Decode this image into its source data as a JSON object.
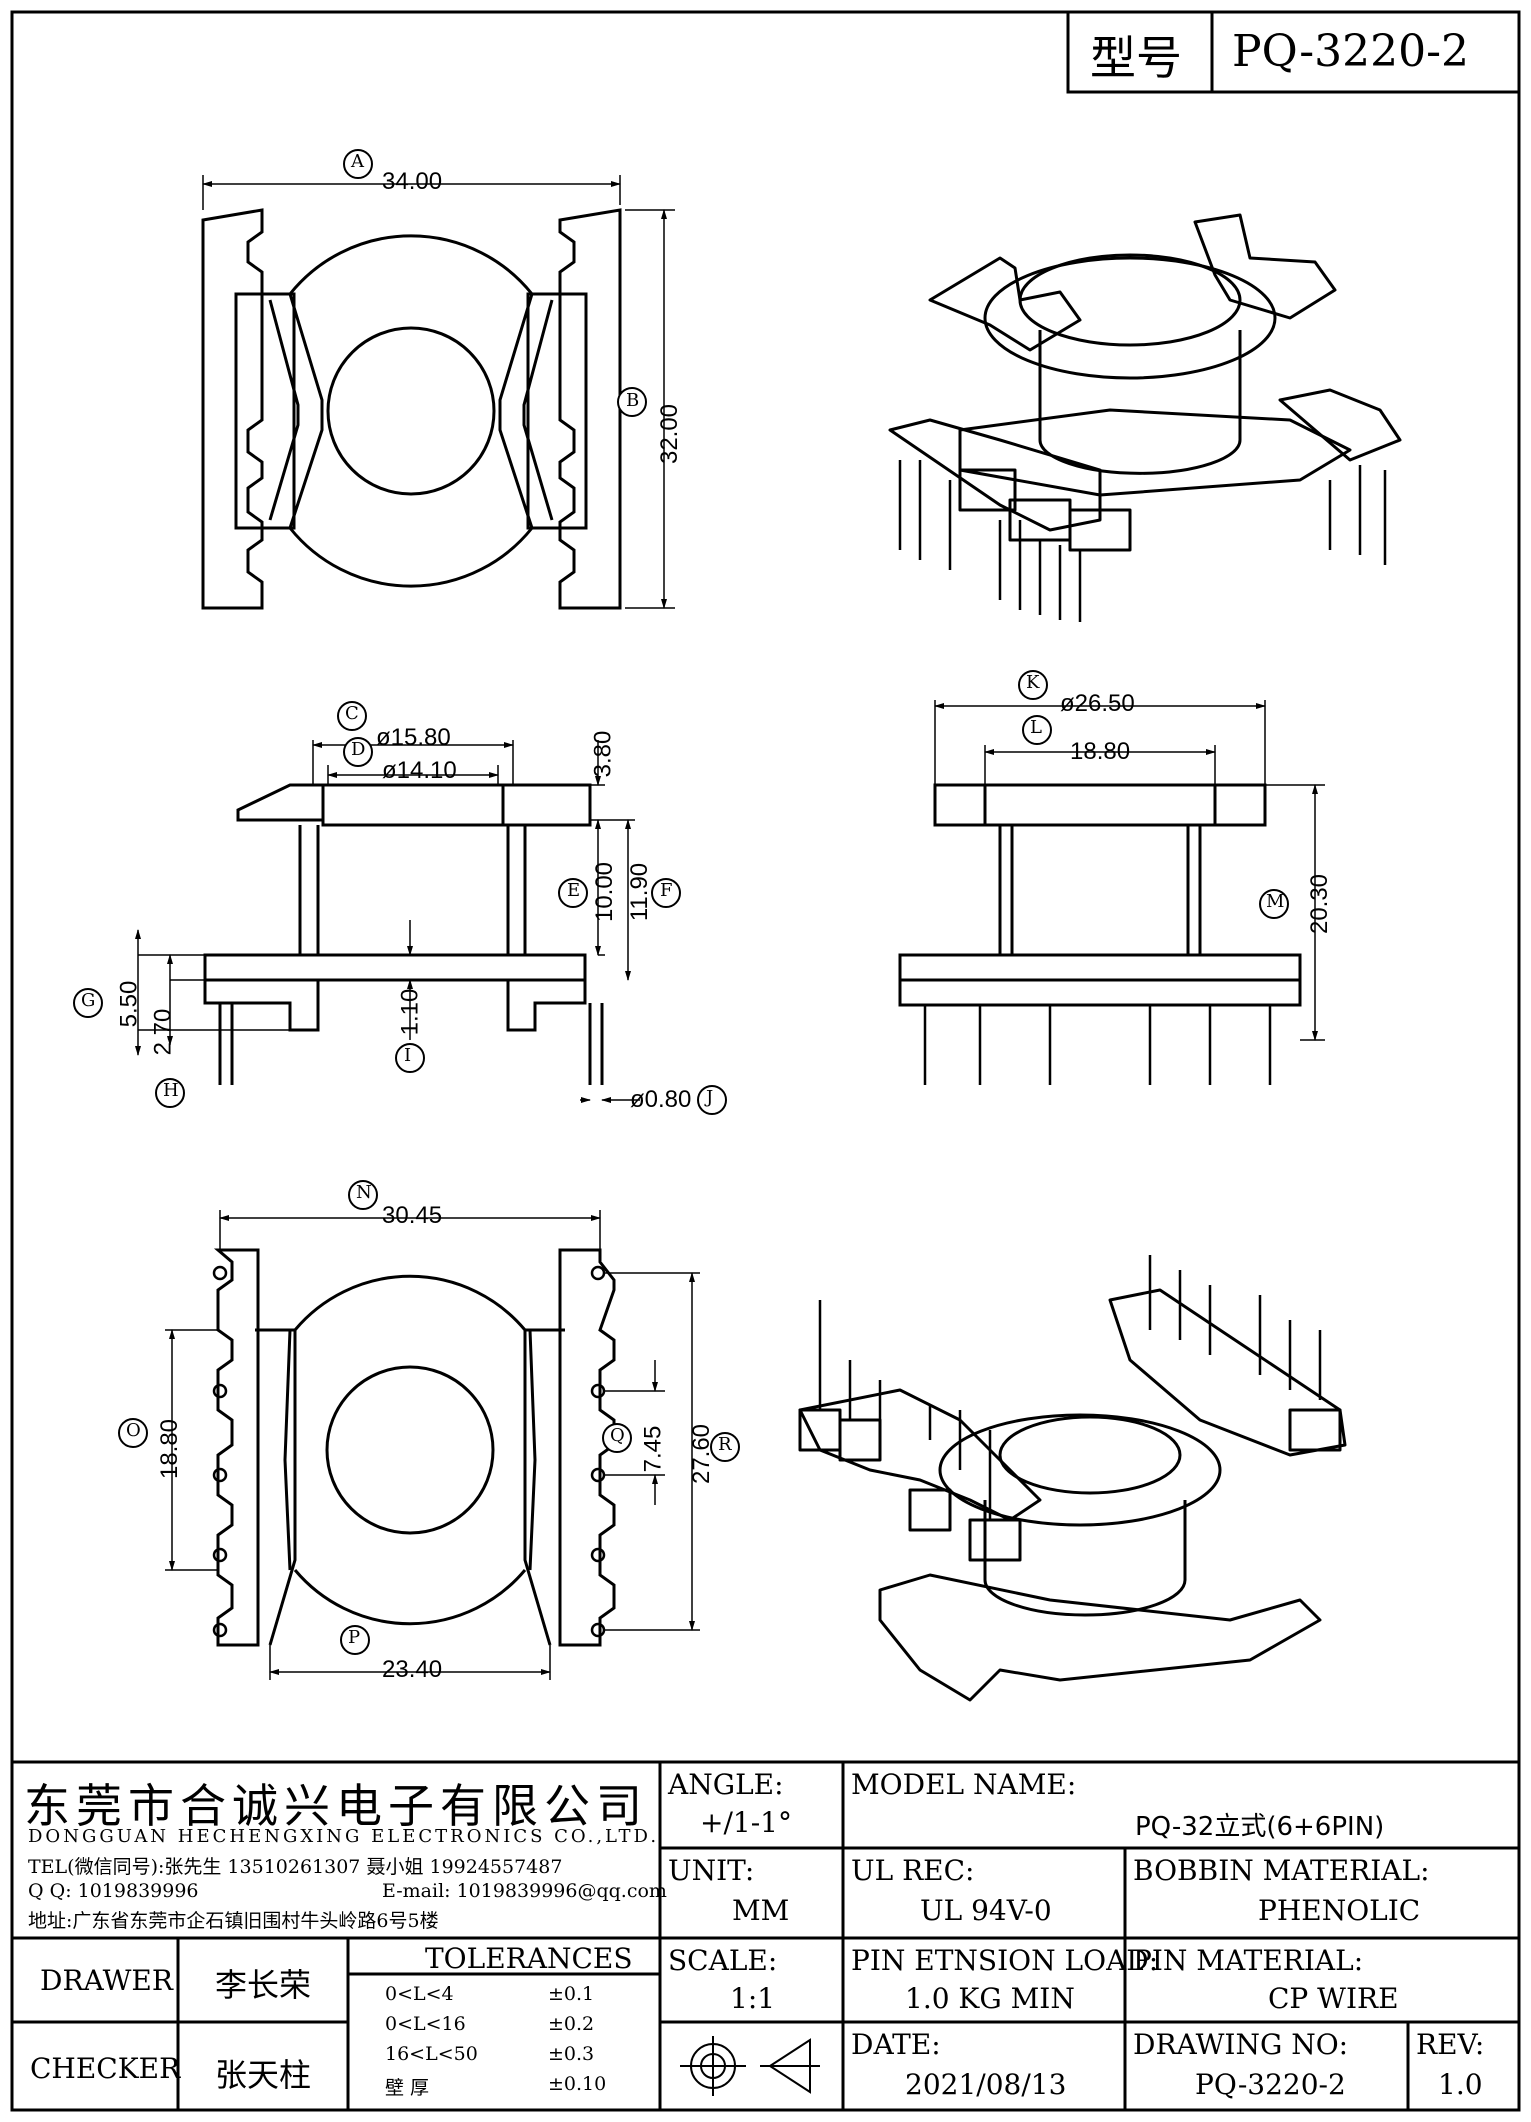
{
  "header": {
    "model_label": "型号",
    "model_value": "PQ-3220-2"
  },
  "dimensions": {
    "A": {
      "letter": "A",
      "value": "34.00"
    },
    "B": {
      "letter": "B",
      "value": "32.00"
    },
    "C": {
      "letter": "C",
      "value": "ø15.80"
    },
    "D": {
      "letter": "D",
      "value": "ø14.10"
    },
    "E": {
      "letter": "E",
      "value": "10.00"
    },
    "F": {
      "letter": "F",
      "value": "11.90"
    },
    "G": {
      "letter": "G",
      "value": "5.50"
    },
    "H": {
      "letter": "H",
      "value": "2.70"
    },
    "I": {
      "letter": "I",
      "value": "1.10"
    },
    "J": {
      "letter": "J",
      "value": "ø0.80"
    },
    "top": {
      "value": "3.80"
    },
    "K": {
      "letter": "K",
      "value": "ø26.50"
    },
    "L": {
      "letter": "L",
      "value": "18.80"
    },
    "M": {
      "letter": "M",
      "value": "20.30"
    },
    "N": {
      "letter": "N",
      "value": "30.45"
    },
    "O": {
      "letter": "O",
      "value": "18.80"
    },
    "P": {
      "letter": "P",
      "value": "23.40"
    },
    "Q": {
      "letter": "Q",
      "value": "7.45"
    },
    "R": {
      "letter": "R",
      "value": "27.60"
    }
  },
  "company": {
    "name_cn": "东莞市合诚兴电子有限公司",
    "name_en": "DONGGUAN HECHENGXING ELECTRONICS CO.,LTD.",
    "tel": "TEL(微信同号):张先生 13510261307 聂小姐 19924557487",
    "qq": "Q Q: 1019839996",
    "email": "E-mail: 1019839996@qq.com",
    "address": "地址:广东省东莞市企石镇旧围村牛头岭路6号5楼"
  },
  "angle": {
    "label": "ANGLE:",
    "value": "+/1-1°"
  },
  "unit": {
    "label": "UNIT:",
    "value": "MM"
  },
  "scale": {
    "label": "SCALE:",
    "value": "1:1"
  },
  "model_name": {
    "label": "MODEL NAME:",
    "value": "PQ-32立式(6+6PIN)"
  },
  "ul_rec": {
    "label": "UL REC:",
    "value": "UL 94V-0"
  },
  "bobbin_material": {
    "label": "BOBBIN MATERIAL:",
    "value": "PHENOLIC"
  },
  "pin_tension": {
    "label": "PIN ETNSION LOAD:",
    "value": "1.0 KG MIN"
  },
  "pin_material": {
    "label": "PIN MATERIAL:",
    "value": "CP WIRE"
  },
  "date": {
    "label": "DATE:",
    "value": "2021/08/13"
  },
  "drawing_no": {
    "label": "DRAWING NO:",
    "value": "PQ-3220-2"
  },
  "rev": {
    "label": "REV:",
    "value": "1.0"
  },
  "drawer": {
    "label": "DRAWER",
    "value": "李长荣"
  },
  "checker": {
    "label": "CHECKER",
    "value": "张天柱"
  },
  "tolerances": {
    "title": "TOLERANCES",
    "rows": [
      {
        "range": "0<L<4",
        "tol": "±0.1"
      },
      {
        "range": "0<L<16",
        "tol": "±0.2"
      },
      {
        "range": "16<L<50",
        "tol": "±0.3"
      },
      {
        "range": "壁  厚",
        "tol": "±0.10"
      }
    ]
  }
}
